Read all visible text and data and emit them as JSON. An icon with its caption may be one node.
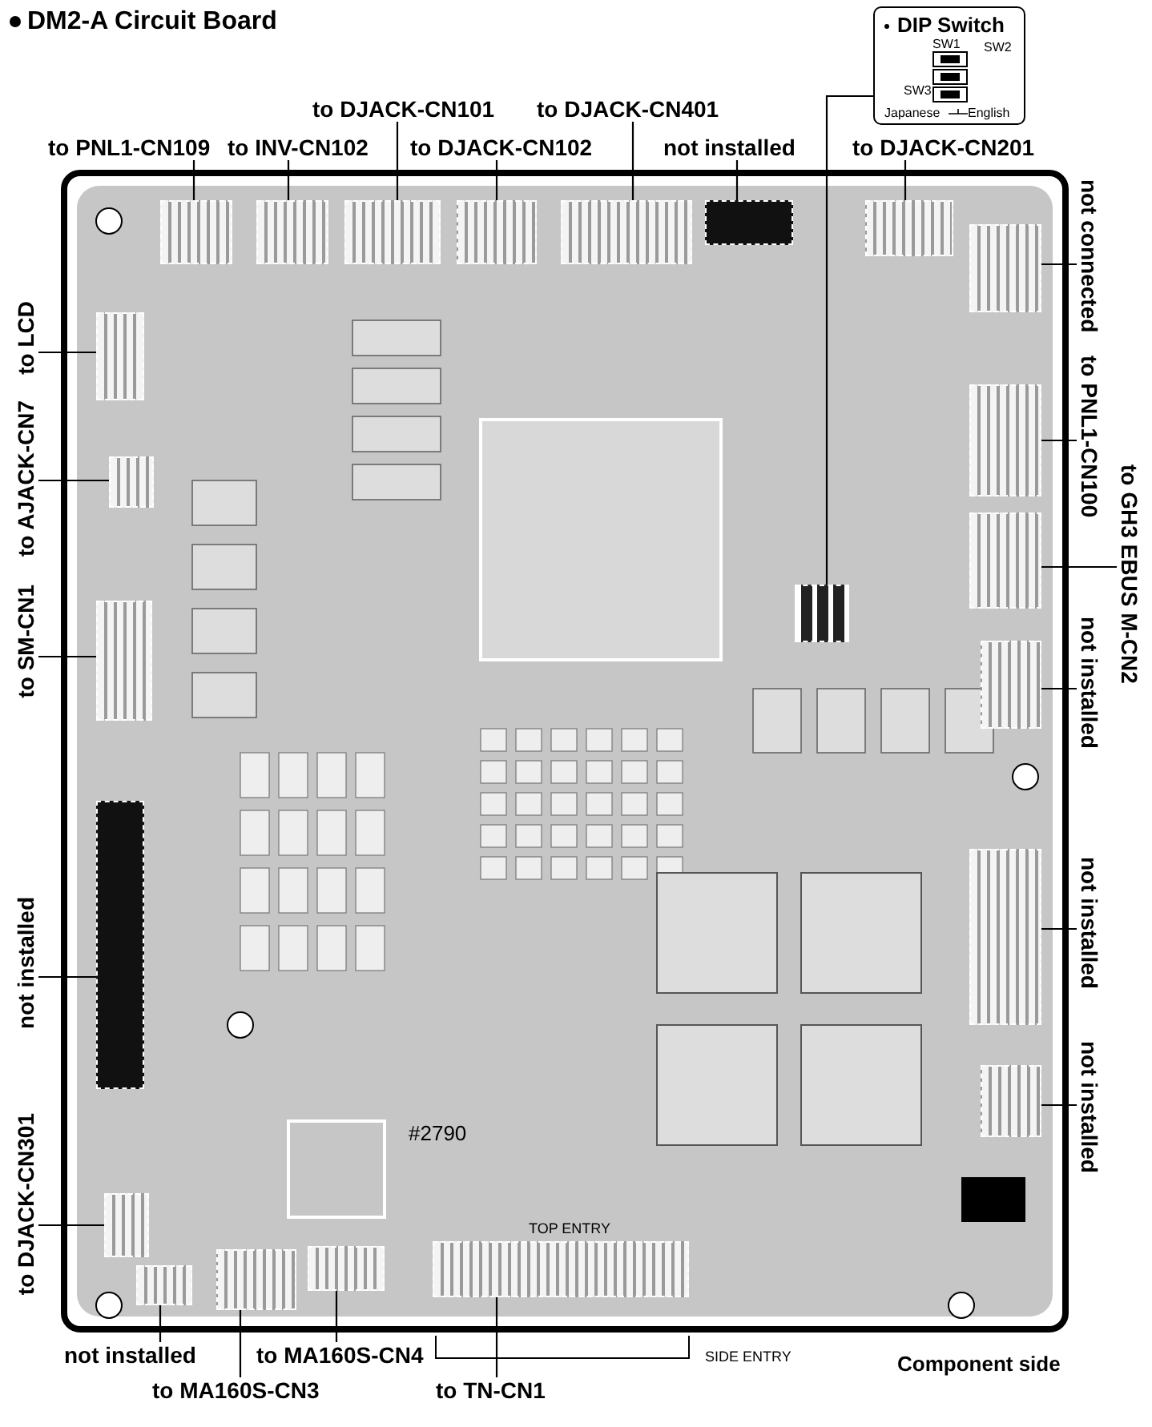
{
  "diagram": {
    "title": "DM2-A Circuit Board",
    "caption": "Component side",
    "nodes": [
      {
        "text": [
          "to PNL1-CN109"
        ]
      },
      {
        "text": [
          "to INV-CN102"
        ]
      },
      {
        "text": [
          "to DJACK-CN101"
        ]
      },
      {
        "text": [
          "to DJACK-CN102"
        ]
      },
      {
        "text": [
          "to DJACK-CN401"
        ]
      },
      {
        "text": [
          "not installed"
        ]
      },
      {
        "text": [
          "DIP Switch",
          "SW1",
          "SW2",
          "SW3",
          "Japanese",
          "English"
        ]
      },
      {
        "text": [
          "to DJACK-CN201"
        ]
      },
      {
        "text": [
          "not connected"
        ]
      },
      {
        "text": [
          "to PNL1-CN100"
        ]
      },
      {
        "text": [
          "to GH3 EBUS M-CN2"
        ]
      },
      {
        "text": [
          "not installed"
        ]
      },
      {
        "text": [
          "not installed"
        ]
      },
      {
        "text": [
          "not installed"
        ]
      },
      {
        "text": [
          "to LCD"
        ]
      },
      {
        "text": [
          "to AJACK-CN7"
        ]
      },
      {
        "text": [
          "to SM-CN1"
        ]
      },
      {
        "text": [
          "not installed"
        ]
      },
      {
        "text": [
          "to DJACK-CN301"
        ]
      },
      {
        "text": [
          "not installed"
        ]
      },
      {
        "text": [
          "to MA160S-CN3"
        ]
      },
      {
        "text": [
          "to MA160S-CN4"
        ]
      },
      {
        "text": [
          "to TN-CN1"
        ]
      },
      {
        "text": [],
        "shape": "box"
      },
      {
        "text": [],
        "shape": "box"
      },
      {
        "text": [],
        "shape": "box"
      },
      {
        "text": [],
        "shape": "box"
      },
      {
        "text": [],
        "shape": "box"
      },
      {
        "text": [],
        "shape": "box"
      },
      {
        "text": [],
        "shape": "box"
      },
      {
        "text": [],
        "shape": "box"
      },
      {
        "text": [],
        "shape": "box"
      },
      {
        "text": [],
        "shape": "box"
      },
      {
        "text": [],
        "shape": "box"
      },
      {
        "text": [],
        "shape": "box"
      },
      {
        "text": [],
        "shape": "box"
      },
      {
        "text": [],
        "shape": "box"
      },
      {
        "text": [],
        "shape": "box"
      },
      {
        "text": [],
        "shape": "box"
      },
      {
        "text": [],
        "shape": "box"
      },
      {
        "text": [],
        "shape": "box"
      },
      {
        "text": [],
        "shape": "box"
      },
      {
        "text": [],
        "shape": "box"
      },
      {
        "text": [],
        "shape": "box"
      },
      {
        "text": [],
        "shape": "box"
      },
      {
        "text": [],
        "shape": "box",
        "beside": [
          "TOP ENTRY"
        ]
      }
    ],
    "edges": [
      {
        "from": 0,
        "to": 23,
        "arrow": "none"
      },
      {
        "from": 1,
        "to": 24,
        "arrow": "none"
      },
      {
        "from": 2,
        "to": 25,
        "arrow": "none"
      },
      {
        "from": 3,
        "to": 26,
        "arrow": "none"
      },
      {
        "from": 4,
        "to": 27,
        "arrow": "none"
      },
      {
        "from": 5,
        "to": 28,
        "arrow": "none"
      },
      {
        "from": 6,
        "to": 29,
        "arrow": "none"
      },
      {
        "from": 7,
        "to": 30,
        "arrow": "none"
      },
      {
        "from": 8,
        "to": 31,
        "arrow": "none"
      },
      {
        "from": 9,
        "to": 32,
        "arrow": "none"
      },
      {
        "from": 10,
        "to": 33,
        "arrow": "none"
      },
      {
        "from": 11,
        "to": 34,
        "arrow": "none"
      },
      {
        "from": 12,
        "to": 35,
        "arrow": "none"
      },
      {
        "from": 13,
        "to": 36,
        "arrow": "none"
      },
      {
        "from": 14,
        "to": 37,
        "arrow": "none"
      },
      {
        "from": 15,
        "to": 38,
        "arrow": "none"
      },
      {
        "from": 16,
        "to": 39,
        "arrow": "none"
      },
      {
        "from": 17,
        "to": 40,
        "arrow": "none"
      },
      {
        "from": 18,
        "to": 41,
        "arrow": "none"
      },
      {
        "from": 19,
        "to": 42,
        "arrow": "none"
      },
      {
        "from": 20,
        "to": 43,
        "arrow": "none"
      },
      {
        "from": 21,
        "to": 44,
        "arrow": "none"
      },
      {
        "from": 22,
        "to": 45,
        "arrow": "none"
      }
    ],
    "labels": [
      "#2790",
      "SIDE ENTRY"
    ]
  }
}
